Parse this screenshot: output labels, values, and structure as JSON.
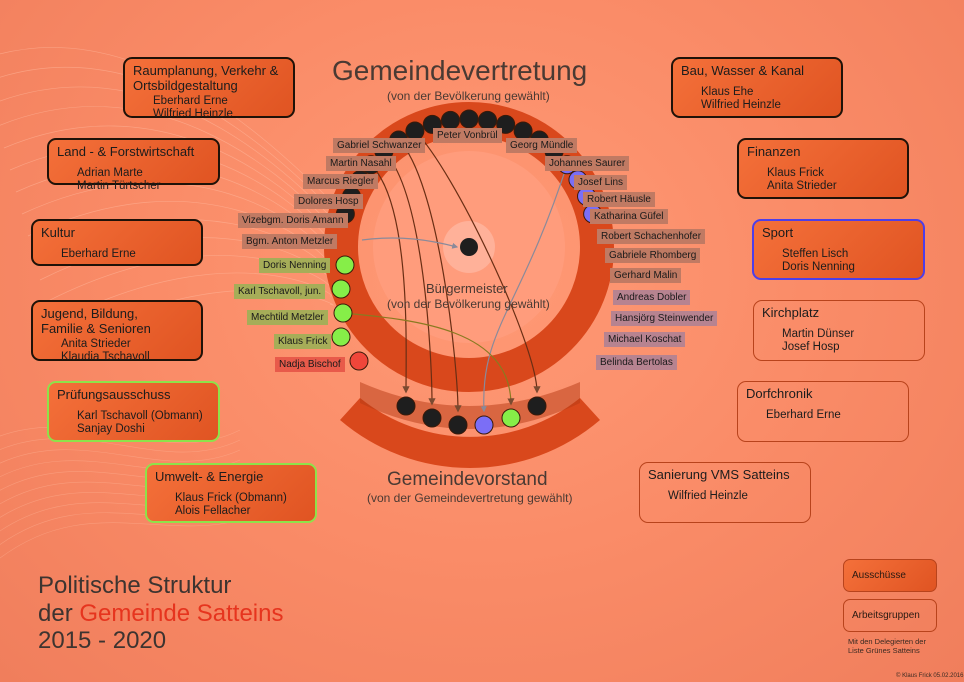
{
  "gemeindevertretung": {
    "title": "Gemeindevertretung",
    "subtitle": "(von der Bevölkerung gewählt)"
  },
  "buergermeister": {
    "title": "Bürgermeister",
    "subtitle": "(von der Bevölkerung gewählt)"
  },
  "gemeindevorstand": {
    "title": "Gemeindevorstand",
    "subtitle": "(von der Gemeindevertretung gewählt)"
  },
  "committees": [
    {
      "title": "Raumplanung, Verkehr & Ortsbildgestaltung",
      "title_lines": [
        "Raumplanung, Verkehr &",
        "Ortsbildgestaltung"
      ],
      "members": [
        "Eberhard Erne",
        "Wilfried Heinzle"
      ],
      "kind": "ausschuss",
      "highlight": ""
    },
    {
      "title": "Land - & Forstwirtschaft",
      "title_lines": [
        "Land - & Forstwirtschaft"
      ],
      "members": [
        "Adrian Marte",
        "Martin Türtscher"
      ],
      "kind": "ausschuss",
      "highlight": ""
    },
    {
      "title": "Kultur",
      "title_lines": [
        "Kultur"
      ],
      "members": [
        "Eberhard Erne"
      ],
      "kind": "ausschuss",
      "highlight": ""
    },
    {
      "title": "Jugend, Bildung, Familie & Senioren",
      "title_lines": [
        "Jugend, Bildung,",
        "Familie & Senioren"
      ],
      "members": [
        "Anita Strieder",
        "Klaudia Tschavoll"
      ],
      "kind": "ausschuss",
      "highlight": ""
    },
    {
      "title": "Prüfungsausschuss",
      "title_lines": [
        "Prüfungsausschuss"
      ],
      "members": [
        "Karl Tschavoll (Obmann)",
        "Sanjay Doshi"
      ],
      "kind": "ausschuss",
      "highlight": "green"
    },
    {
      "title": "Umwelt- & Energie",
      "title_lines": [
        "Umwelt- & Energie"
      ],
      "members": [
        "Klaus Frick (Obmann)",
        "Alois Fellacher"
      ],
      "kind": "ausschuss",
      "highlight": "green"
    },
    {
      "title": "Bau, Wasser & Kanal",
      "title_lines": [
        "Bau, Wasser & Kanal"
      ],
      "members": [
        "Klaus Ehe",
        "Wilfried Heinzle"
      ],
      "kind": "ausschuss",
      "highlight": ""
    },
    {
      "title": "Finanzen",
      "title_lines": [
        "Finanzen"
      ],
      "members": [
        "Klaus Frick",
        "Anita Strieder"
      ],
      "kind": "ausschuss",
      "highlight": ""
    },
    {
      "title": "Sport",
      "title_lines": [
        "Sport"
      ],
      "members": [
        "Steffen Lisch",
        "Doris Nenning"
      ],
      "kind": "ausschuss",
      "highlight": "blue"
    },
    {
      "title": "Kirchplatz",
      "title_lines": [
        "Kirchplatz"
      ],
      "members": [
        "Martin Dünser",
        "Josef Hosp"
      ],
      "kind": "arbeitsgruppe",
      "highlight": ""
    },
    {
      "title": "Dorfchronik",
      "title_lines": [
        "Dorfchronik"
      ],
      "members": [
        "Eberhard Erne"
      ],
      "kind": "arbeitsgruppe",
      "highlight": ""
    },
    {
      "title": "Sanierung VMS Satteins",
      "title_lines": [
        "Sanierung VMS Satteins"
      ],
      "members": [
        "Wilfried Heinzle"
      ],
      "kind": "arbeitsgruppe",
      "highlight": ""
    }
  ],
  "representatives": [
    {
      "name": "Bgm. Anton Metzler",
      "party": "black"
    },
    {
      "name": "Vizebgm. Doris Amann",
      "party": "black"
    },
    {
      "name": "Dolores Hosp",
      "party": "black"
    },
    {
      "name": "Marcus Riegler",
      "party": "black"
    },
    {
      "name": "Martin Nasahl",
      "party": "black"
    },
    {
      "name": "Gabriel Schwanzer",
      "party": "black"
    },
    {
      "name": "Peter Vonbrül",
      "party": "black"
    },
    {
      "name": "Georg Mündle",
      "party": "black"
    },
    {
      "name": "Johannes Saurer",
      "party": "black"
    },
    {
      "name": "Josef Lins",
      "party": "black"
    },
    {
      "name": "Robert Häusle",
      "party": "black"
    },
    {
      "name": "Katharina Güfel",
      "party": "black"
    },
    {
      "name": "Robert Schachenhofer",
      "party": "black"
    },
    {
      "name": "Gabriele Rhomberg",
      "party": "black"
    },
    {
      "name": "Gerhard Malin",
      "party": "black"
    },
    {
      "name": "Andreas Dobler",
      "party": "blue"
    },
    {
      "name": "Hansjörg Steinwender",
      "party": "blue"
    },
    {
      "name": "Michael Koschat",
      "party": "blue"
    },
    {
      "name": "Belinda Bertolas",
      "party": "blue"
    },
    {
      "name": "Doris Nenning",
      "party": "green"
    },
    {
      "name": "Karl Tschavoll, jun.",
      "party": "green"
    },
    {
      "name": "Mechtild Metzler",
      "party": "green"
    },
    {
      "name": "Klaus Frick",
      "party": "green"
    },
    {
      "name": "Nadja Bischof",
      "party": "red"
    }
  ],
  "vorstand_members": [
    "black",
    "black",
    "black",
    "blue",
    "green",
    "black"
  ],
  "colors": {
    "black": "#1e1e1e",
    "blue": "#7b6ef6",
    "green": "#86ee48",
    "red": "#f0463a",
    "ring": "#d9481c",
    "accent": "#e6341e"
  },
  "page_title": {
    "line1": "Politische Struktur",
    "line2_prefix": "der ",
    "line2_highlight": "Gemeinde Satteins",
    "line3": "2015 - 2020"
  },
  "legend": {
    "ausschuesse": "Ausschüsse",
    "arbeitsgruppen": "Arbeitsgruppen",
    "note_lines": [
      "Mit den Delegierten der",
      "Liste Grünes Satteins"
    ]
  },
  "copyright": "© Klaus Frick 05.02.2016"
}
